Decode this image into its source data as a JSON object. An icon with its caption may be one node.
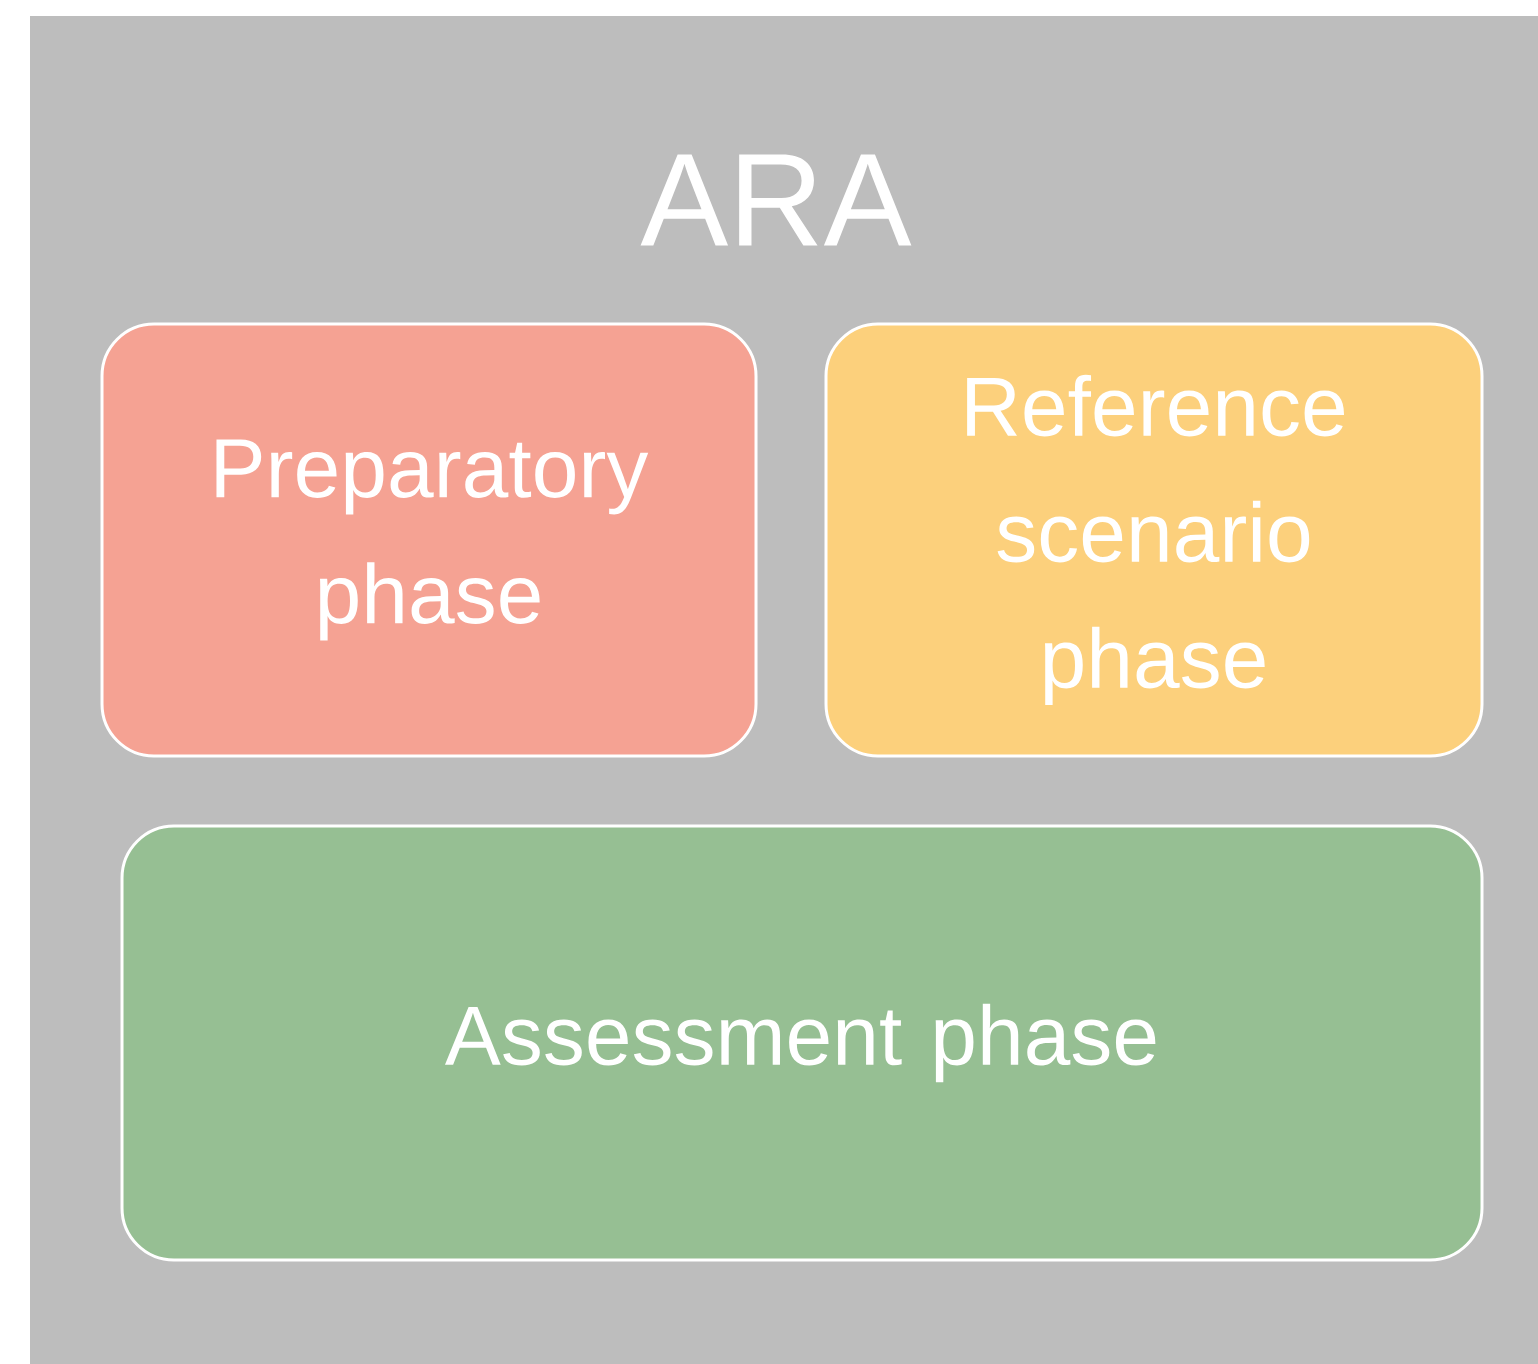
{
  "diagram": {
    "nodes": [
      {
        "text": [
          "ARA"
        ]
      },
      {
        "text": [
          "Preparatory phase"
        ],
        "in": 0
      },
      {
        "text": [
          "Reference scenario phase"
        ],
        "in": 0
      },
      {
        "text": [
          "Assessment phase"
        ],
        "in": 0
      }
    ]
  }
}
